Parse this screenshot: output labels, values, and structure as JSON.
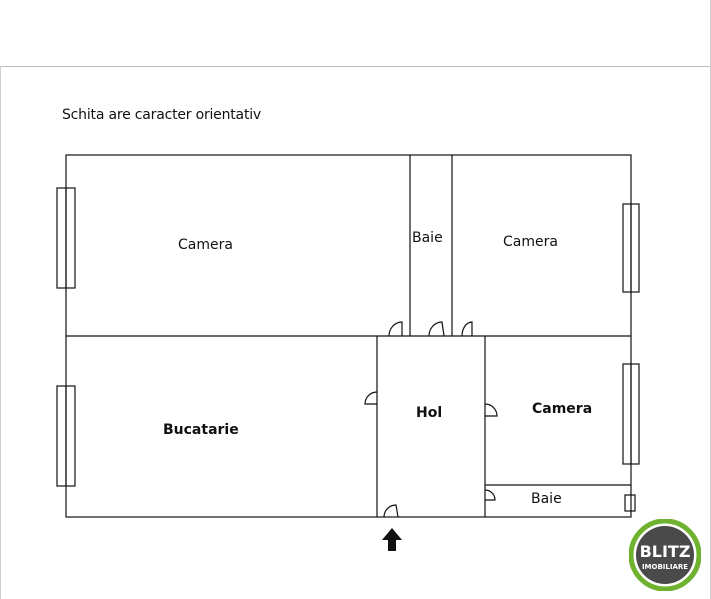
{
  "note": "Schita are caracter orientativ",
  "rooms": {
    "camera_top_left": "Camera",
    "baie_top": "Baie",
    "camera_top_right": "Camera",
    "bucatarie": "Bucatarie",
    "hol": "Hol",
    "camera_mid_right": "Camera",
    "baie_bottom": "Baie"
  },
  "logo": {
    "brand": "BLITZ",
    "subtitle": "IMOBILIARE",
    "ring_color": "#6fb22f",
    "inner_color": "#4a4a4a"
  },
  "icons": {
    "entrance": "arrow-up-icon"
  }
}
